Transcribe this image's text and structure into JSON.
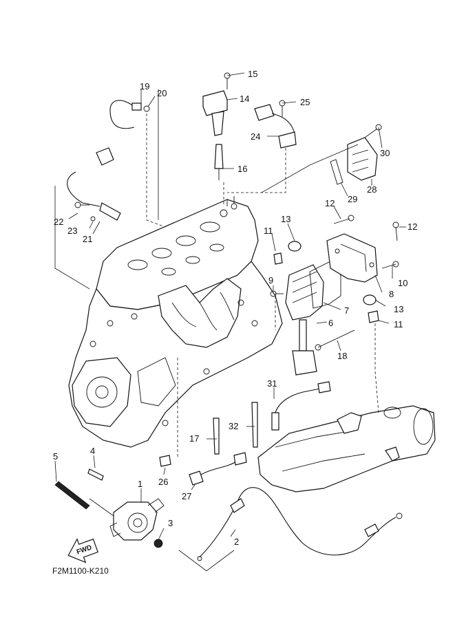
{
  "figure_code": "F2M1100-K210",
  "fwd_label": "FWD",
  "callouts": {
    "c1": "1",
    "c2": "2",
    "c3": "3",
    "c4": "4",
    "c5": "5",
    "c6": "6",
    "c7": "7",
    "c8": "8",
    "c9": "9",
    "c10": "10",
    "c11a": "11",
    "c11b": "11",
    "c12a": "12",
    "c12b": "12",
    "c13a": "13",
    "c13b": "13",
    "c14": "14",
    "c15": "15",
    "c16": "16",
    "c17": "17",
    "c18": "18",
    "c19": "19",
    "c20": "20",
    "c21": "21",
    "c22": "22",
    "c23": "23",
    "c24": "24",
    "c25": "25",
    "c26": "26",
    "c27": "27",
    "c28": "28",
    "c29": "29",
    "c30": "30",
    "c31": "31",
    "c32": "32"
  }
}
